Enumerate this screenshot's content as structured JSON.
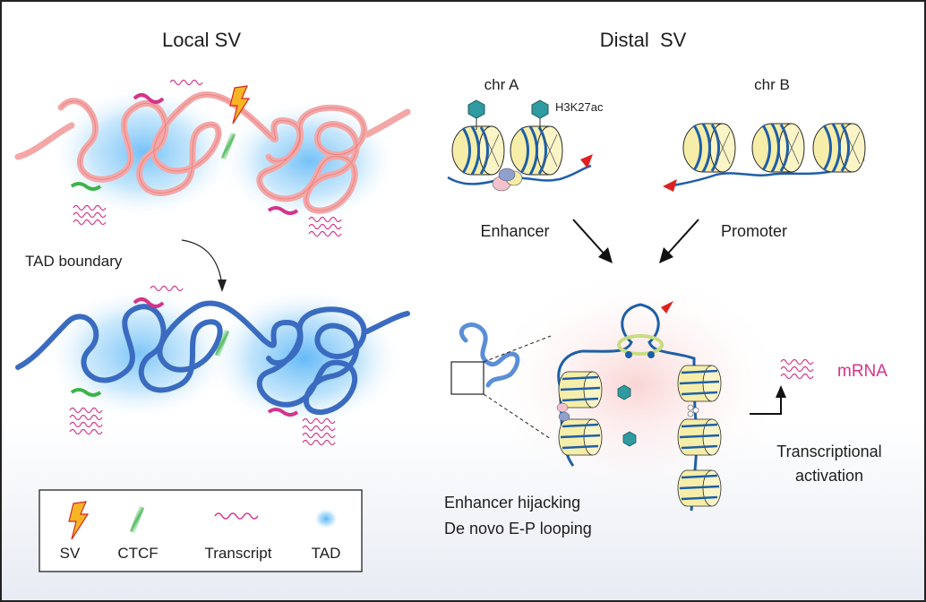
{
  "local": {
    "title": "Local SV",
    "tad_boundary_label": "TAD boundary"
  },
  "distal": {
    "title": "Distal  SV",
    "chr_a": "chr A",
    "chr_b": "chr B",
    "h3k27ac": "H3K27ac",
    "enhancer": "Enhancer",
    "promoter": "Promoter",
    "hijack_line1": "Enhancer hijacking",
    "hijack_line2": "De novo E-P looping",
    "mrna": "mRNA",
    "activation_line1": "Transcriptional",
    "activation_line2": "activation"
  },
  "legend": {
    "items": [
      {
        "label": "SV",
        "icon": "lightning-bolt-icon"
      },
      {
        "label": "CTCF",
        "icon": "ctcf-mark-icon"
      },
      {
        "label": "Transcript",
        "icon": "wavy-transcript-icon"
      },
      {
        "label": "TAD",
        "icon": "blue-glow-icon"
      }
    ]
  },
  "colors": {
    "pink_chromatin": "#f4a7a7",
    "blue_chromatin": "#3a6bc0",
    "tad_glow": "#3fa9f5",
    "ctcf": "#3cb449",
    "transcript": "#d6338a",
    "sv_bolt": "#f7b526",
    "nucleosome": "#f4eba0",
    "mrna_text": "#d6338a",
    "arrowhead_red": "#e02020"
  }
}
